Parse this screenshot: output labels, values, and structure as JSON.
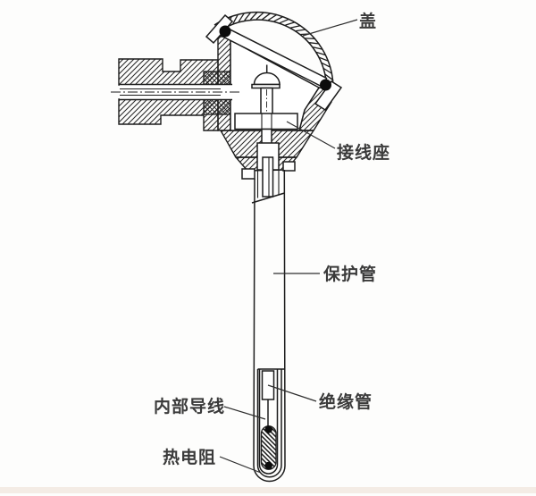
{
  "figure": {
    "background": "#fdfdfc",
    "line_color": "#1c1c1c",
    "label_color": "#3a3a3a",
    "scan_strip_color": "#e8d7c9"
  },
  "labels": {
    "cover": {
      "text": "盖"
    },
    "terminal_block": {
      "text": "接线座"
    },
    "protection_tube": {
      "text": "保护管"
    },
    "insulation_tube": {
      "text": "绝缘管"
    },
    "internal_lead": {
      "text": "内部导线"
    },
    "thermal_resistor": {
      "text": "热电阻"
    }
  }
}
